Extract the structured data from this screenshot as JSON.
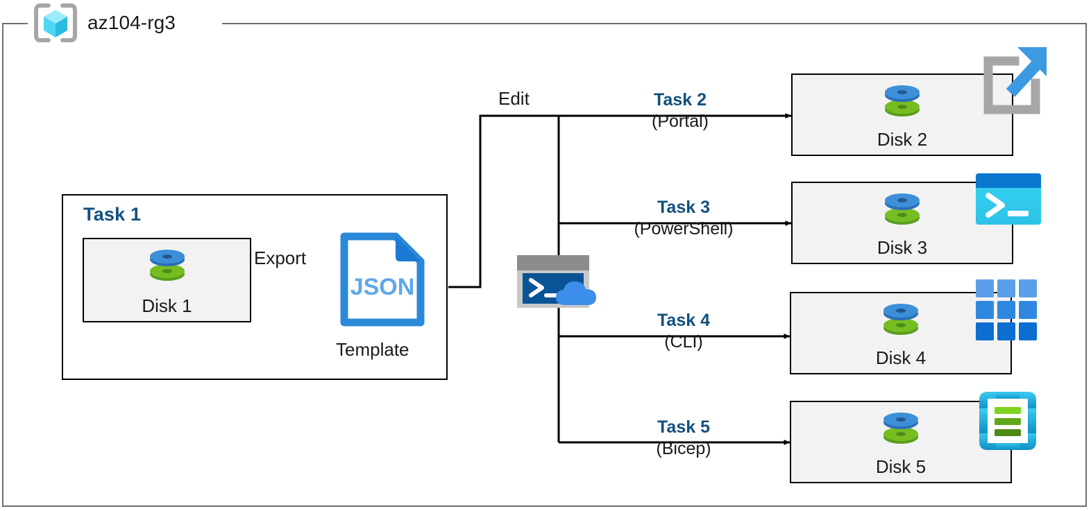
{
  "diagram": {
    "resource_group": {
      "name": "az104-rg3",
      "icon": "azure-resource-group-icon"
    },
    "source_group": {
      "label": "Task 1",
      "label_color": "#12507e",
      "resource": {
        "caption": "Disk 1",
        "icon": "disk-icon"
      },
      "export_edge": {
        "label": "Export"
      },
      "template": {
        "file_type": "JSON",
        "caption": "Template",
        "icon": "json-file-icon"
      }
    },
    "edit_label": "Edit",
    "cloud_shell": {
      "icon": "azure-cloud-shell-icon",
      "prompt": ">_"
    },
    "branches": [
      {
        "task": "Task 2",
        "tool": "(Portal)",
        "target": "Disk 2",
        "tool_icon": "azure-portal-icon"
      },
      {
        "task": "Task 3",
        "tool": "(PowerShell)",
        "target": "Disk 3",
        "tool_icon": "powershell-icon"
      },
      {
        "task": "Task 4",
        "tool": "(CLI)",
        "target": "Disk 4",
        "tool_icon": "azure-cli-icon"
      },
      {
        "task": "Task 5",
        "tool": "(Bicep)",
        "target": "Disk 5",
        "tool_icon": "bicep-icon"
      }
    ],
    "colors": {
      "accent_blue": "#12507e",
      "frame_gray": "#6e6e6e",
      "box_fill": "#f2f2f2",
      "disk_blue": "#3d8fd8",
      "disk_green": "#6cb32d",
      "json_blue": "#2b88d8",
      "cyan": "#31c9f0"
    }
  }
}
